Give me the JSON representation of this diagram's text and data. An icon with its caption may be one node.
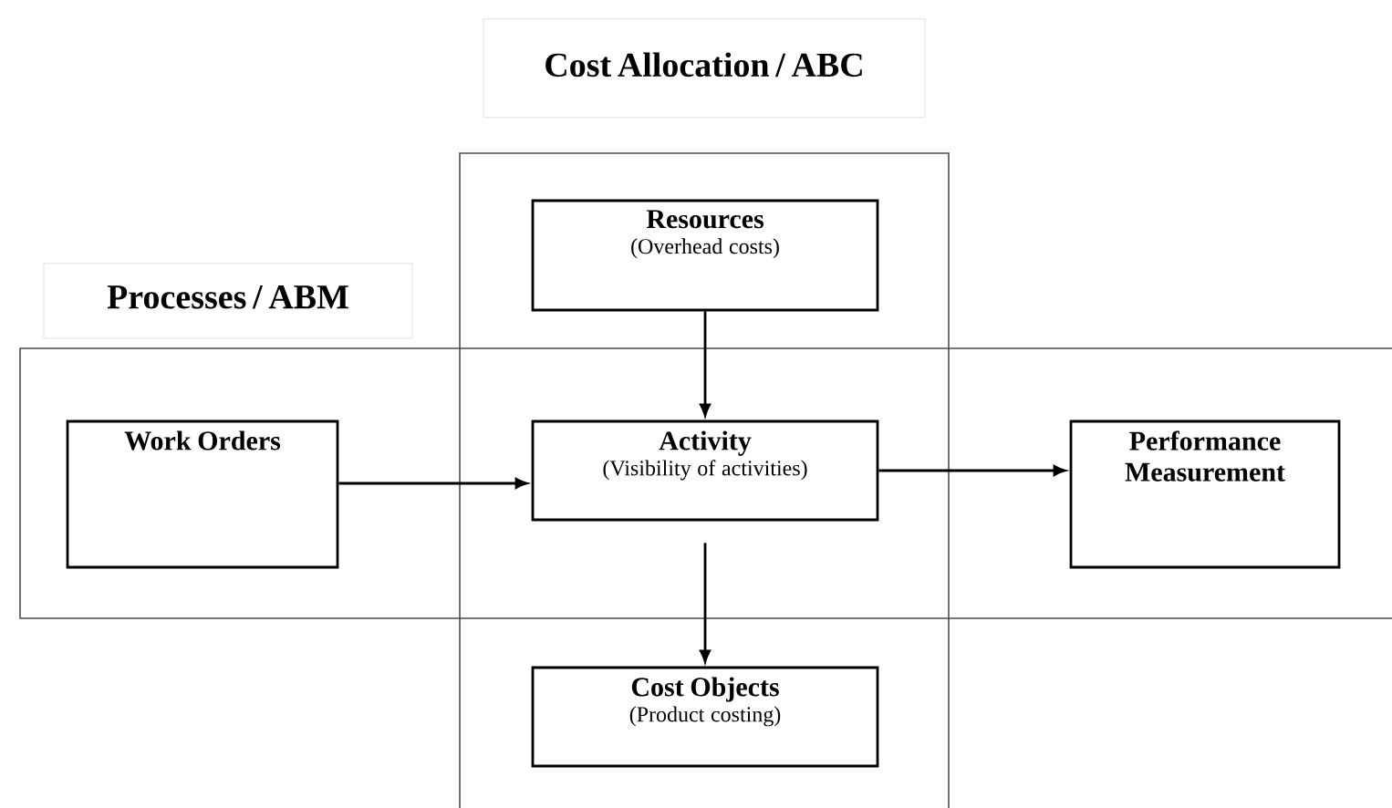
{
  "diagram": {
    "nodes": [
      {
        "text": [
          "Cost Allocation / ABC"
        ]
      },
      {
        "text": [
          "Processes / ABM"
        ]
      },
      {
        "text": [
          "Resources",
          "(Overhead costs)"
        ],
        "in": 0
      },
      {
        "text": [
          "Work Orders"
        ],
        "in": 1
      },
      {
        "text": [
          "Activity",
          "(Visibility of activities)"
        ]
      },
      {
        "text": [
          "Performance Measurement"
        ],
        "in": 1
      },
      {
        "text": [
          "Cost Objects",
          "(Product costing)"
        ],
        "in": 0
      }
    ],
    "edges": [
      {
        "from": 2,
        "to": 4,
        "arrow": "to"
      },
      {
        "from": 3,
        "to": 4,
        "arrow": "to"
      },
      {
        "from": 4,
        "to": 5,
        "arrow": "to"
      },
      {
        "from": 4,
        "to": 6,
        "arrow": "to"
      }
    ]
  }
}
